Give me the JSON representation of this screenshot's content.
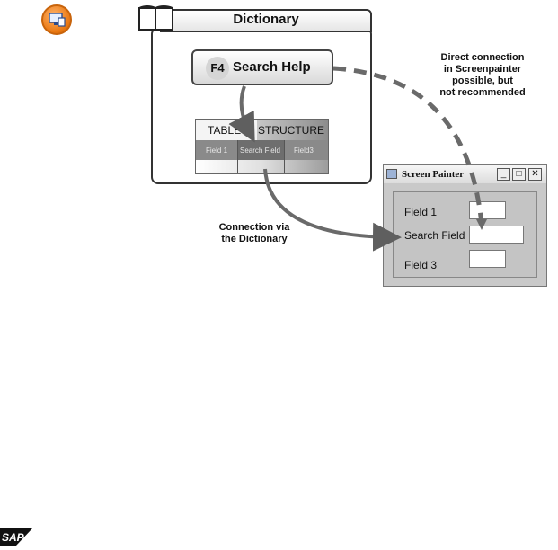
{
  "dictionary": {
    "title": "Dictionary"
  },
  "search_help": {
    "key": "F4",
    "label": "Search Help"
  },
  "table": {
    "header_left": "TABLE",
    "header_right": "STRUCTURE",
    "cells": [
      "Field 1",
      "Search Field",
      "Field3"
    ]
  },
  "screen_painter": {
    "title": "Screen Painter",
    "buttons": [
      "_",
      "□",
      "✕"
    ],
    "fields": [
      "Field 1",
      "Search Field",
      "Field 3"
    ]
  },
  "annotations": {
    "direct": [
      "Direct connection",
      "in Screenpainter",
      "possible, but",
      "not recommended"
    ],
    "via_dictionary": [
      "Connection via",
      "the Dictionary"
    ]
  },
  "logo": {
    "text": "SAP"
  }
}
